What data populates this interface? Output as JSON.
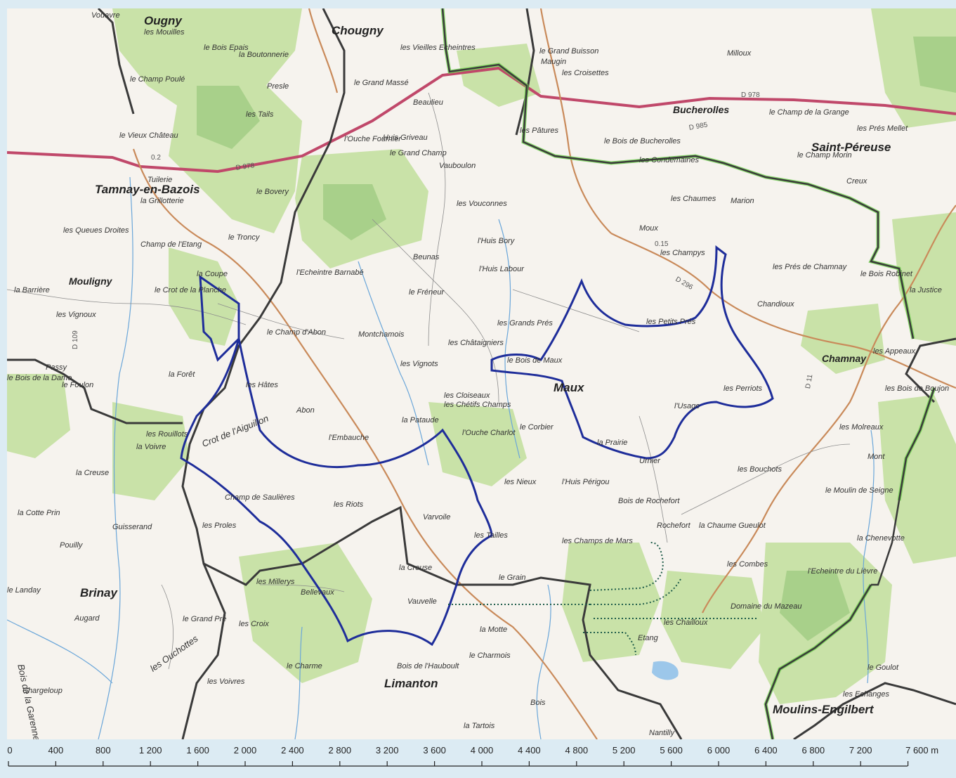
{
  "map": {
    "communes": [
      {
        "name": "Ougny",
        "size": "lg"
      },
      {
        "name": "Chougny",
        "size": "lg"
      },
      {
        "name": "Tamnay-en-Bazois",
        "size": "lg"
      },
      {
        "name": "Saint-Péreuse",
        "size": "lg"
      },
      {
        "name": "Maux",
        "size": "lg"
      },
      {
        "name": "Brinay",
        "size": "lg"
      },
      {
        "name": "Limanton",
        "size": "lg"
      },
      {
        "name": "Moulins-Engilbert",
        "size": "lg"
      },
      {
        "name": "Mouligny",
        "size": "sm"
      },
      {
        "name": "Chamnay",
        "size": "sm"
      },
      {
        "name": "Bucherolles",
        "size": "sm"
      }
    ],
    "places": [
      "Vouavre",
      "les Mouilles",
      "le Bois Epais",
      "la Boutonnerie",
      "Presle",
      "le Champ Poulé",
      "les Tails",
      "le Vieux Château",
      "Tuilerie",
      "la Grillotterie",
      "le Bovery",
      "le Troncy",
      "Champ de l'Etang",
      "les Queues Droites",
      "la Barrière",
      "le Crot de la Planche",
      "les Vignoux",
      "la Coupe",
      "l'Echeintre Barnabé",
      "le Champ d'Abon",
      "les Hâtes",
      "Abon",
      "l'Embauche",
      "Montchamois",
      "les Vignots",
      "les Cloiseaux",
      "les Chétifs Champs",
      "la Pataude",
      "l'Ouche Charlot",
      "les Vieilles Echeintres",
      "le Grand Massé",
      "Beaulieu",
      "l'Ouche Fournier",
      "Huis Griveau",
      "le Grand Champ",
      "Vauboulon",
      "les Vouconnes",
      "Beunas",
      "l'Huis Bory",
      "l'Huis Labour",
      "le Fréneur",
      "les Châtaigniers",
      "les Grands Prés",
      "le Bois de Maux",
      "les Petits Prés",
      "l'Usage",
      "les Perriots",
      "la Prairie",
      "Urnier",
      "le Corbier",
      "le Grand Buisson",
      "Maugin",
      "les Croisettes",
      "les Pâtures",
      "le Bois de Bucherolles",
      "les Condemaines",
      "les Chaumes",
      "Marion",
      "Moux",
      "les Champys",
      "Creux",
      "le Champ Morin",
      "le Champ de la Grange",
      "Milloux",
      "les Prés Mellet",
      "les Prés de Chamnay",
      "Chandioux",
      "le Bois Robinet",
      "la Justice",
      "les Appeaux",
      "les Bois de Boujon",
      "les Molreaux",
      "Mont",
      "les Bouchots",
      "le Moulin de Seigne",
      "la Chenevotte",
      "l'Echeintre du Lièvre",
      "les Combes",
      "Domaine du Mazeau",
      "la Chaume Gueulot",
      "Rochefort",
      "Bois de Rochefort",
      "les Champs de Mars",
      "l'Huis Périgou",
      "les Nieux",
      "les Riots",
      "Varvoile",
      "les Tailles",
      "la Creuse",
      "Vauvelle",
      "le Grain",
      "la Motte",
      "le Charmois",
      "Etang",
      "les Chailloux",
      "Bois de l'Hauboult",
      "Bois",
      "Nantilly",
      "la Tartois",
      "la Voivre",
      "les Rouillots",
      "Crot de l'Aiguillon",
      "Champ de Saulières",
      "la Creuse",
      "la Cotte Prin",
      "Guisserand",
      "Pouilly",
      "le Landay",
      "le Grand Pré",
      "Augard",
      "les Croix",
      "le Charme",
      "les Ouchottes",
      "les Voivres",
      "Bois de la Garenne",
      "Chargeloup",
      "Bellevaux",
      "les Proles",
      "les Millerys",
      "Passy",
      "le Bois de la Dame",
      "le Foulon",
      "la Forêt",
      "les Echanges",
      "le Goulot"
    ],
    "roads": [
      "D 978",
      "D 985",
      "D 11",
      "D 296",
      "D 109",
      "D 978"
    ],
    "spot": [
      "0.2",
      "0.15"
    ]
  },
  "scale": {
    "ticks": [
      "0",
      "400",
      "800",
      "1 200",
      "1 600",
      "2 000",
      "2 400",
      "2 800",
      "3 200",
      "3 600",
      "4 000",
      "4 400",
      "4 800",
      "5 200",
      "5 600",
      "6 000",
      "6 400",
      "6 800",
      "7 200",
      "7 600 m"
    ],
    "unit": "m"
  },
  "colors": {
    "forest": "#c9e2a8",
    "forest_dark": "#a8d08a",
    "boundary": "#3a3a3a",
    "ecoulement": "#1e2d9a",
    "green_boundary": "#6ed14c",
    "main_road": "#c0486a",
    "secondary_road": "#c98a5a",
    "water": "#6aa6d9"
  }
}
